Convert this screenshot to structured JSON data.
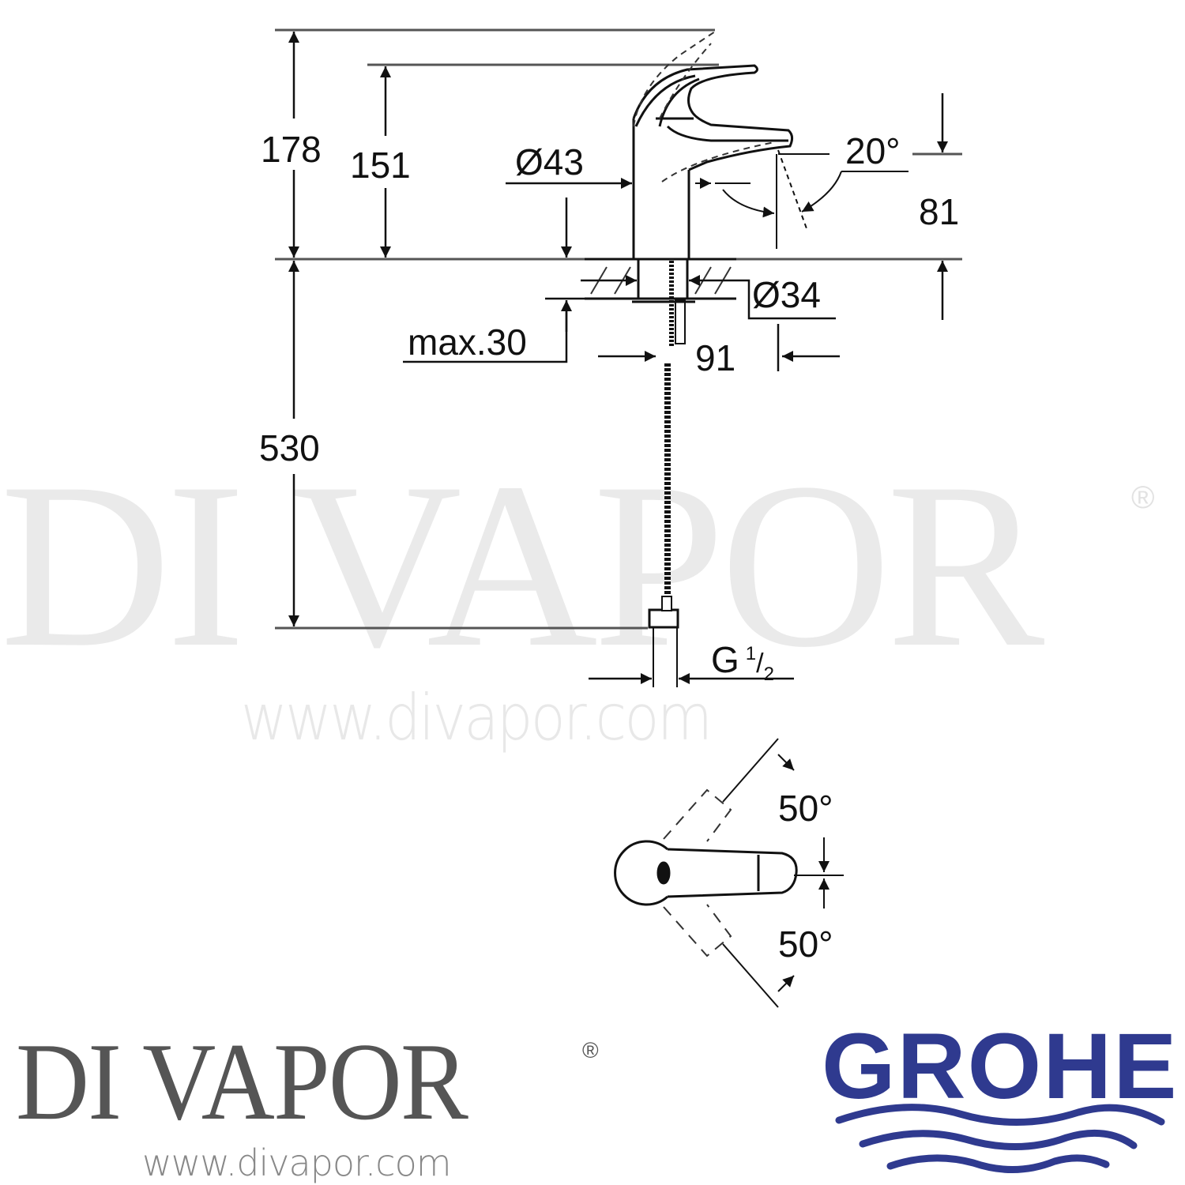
{
  "watermark": {
    "brand": "DI VAPOR",
    "registered": "®",
    "url": "www.divapor.com"
  },
  "dimensions": {
    "total_height": "178",
    "lever_height": "151",
    "body_diameter": "Ø43",
    "spout_angle": "20°",
    "spout_height": "81",
    "hole_diameter": "Ø34",
    "max_thickness": "max.30",
    "spout_reach": "91",
    "hose_length": "530",
    "connection_thread": "G",
    "thread_numerator": "1",
    "thread_denominator": "2",
    "rotation_left": "50°",
    "rotation_right": "50°"
  },
  "logos": {
    "divapor": {
      "name": "DI VAPOR",
      "registered": "®",
      "url": "www.divapor.com",
      "color": "#555555"
    },
    "grohe": {
      "name": "GROHE",
      "color": "#2f3a8f"
    }
  },
  "colors": {
    "line": "#111111",
    "extension_line": "#555555",
    "watermark": "#eaeaea"
  }
}
